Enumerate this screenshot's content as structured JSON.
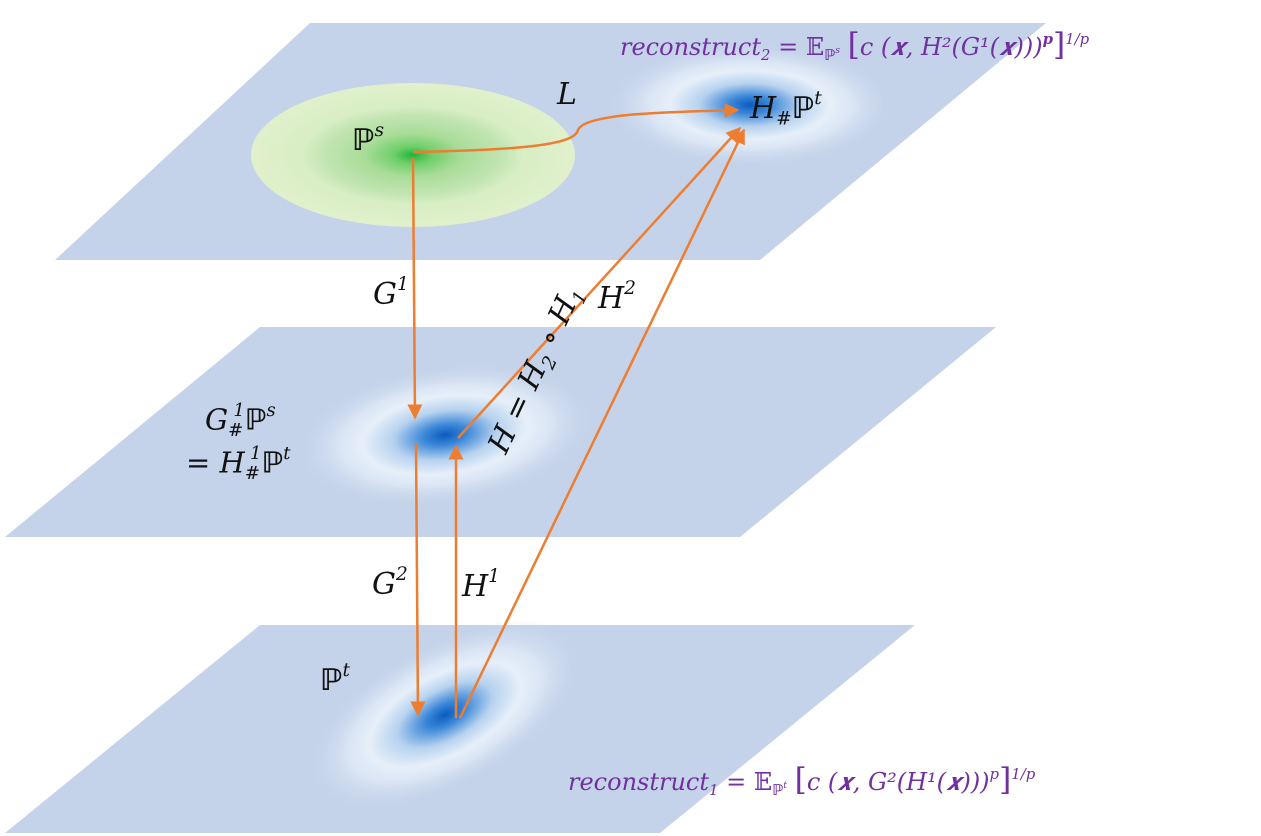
{
  "planes": {
    "top": {
      "source_dist": "ℙ",
      "source_sup": "s",
      "target_dist_pre": "H",
      "target_dist_sub": "#",
      "target_dist": "ℙ",
      "target_sup": "t"
    },
    "middle": {
      "line1_G": "G",
      "line1_sub": "#",
      "line1_sup": "1",
      "line1_P": "ℙ",
      "line1_Psup": "s",
      "line2_eq": "=",
      "line2_H": "H",
      "line2_sub": "#",
      "line2_sup": "1",
      "line2_P": "ℙ",
      "line2_Psup": "t"
    },
    "bottom": {
      "dist": "ℙ",
      "dist_sup": "t"
    }
  },
  "arrows": {
    "L": "L",
    "G1": {
      "base": "G",
      "sup": "1"
    },
    "G2": {
      "base": "G",
      "sup": "2"
    },
    "H1": {
      "base": "H",
      "sup": "1"
    },
    "H2": {
      "base": "H",
      "sup": "2"
    },
    "composition": {
      "lhs": "H",
      "eq": "=",
      "h2": "H",
      "h2_sub": "2",
      "circ": "∘",
      "h1": "H",
      "h1_sub": "1"
    }
  },
  "formulas": {
    "reconstruct2": {
      "name": "reconstruct",
      "sub": "2",
      "rhs": "= 𝔼",
      "exp_P": "ℙ",
      "exp_Psup": "s",
      "body": "c (𝒙, H²(G¹(𝒙)))",
      "pow_p": "p",
      "outer": "1/p"
    },
    "reconstruct1": {
      "name": "reconstruct",
      "sub": "1",
      "rhs": "= 𝔼",
      "exp_P": "ℙ",
      "exp_Psup": "t",
      "body": "c (𝒙, G²(H¹(𝒙)))",
      "pow_p": "p",
      "outer": "1/p"
    }
  },
  "colors": {
    "plane": "#c5d3ea",
    "arrow": "#ed7d31",
    "formula": "#7030a0",
    "green": "#2eb82e",
    "blue": "#1565c0"
  }
}
